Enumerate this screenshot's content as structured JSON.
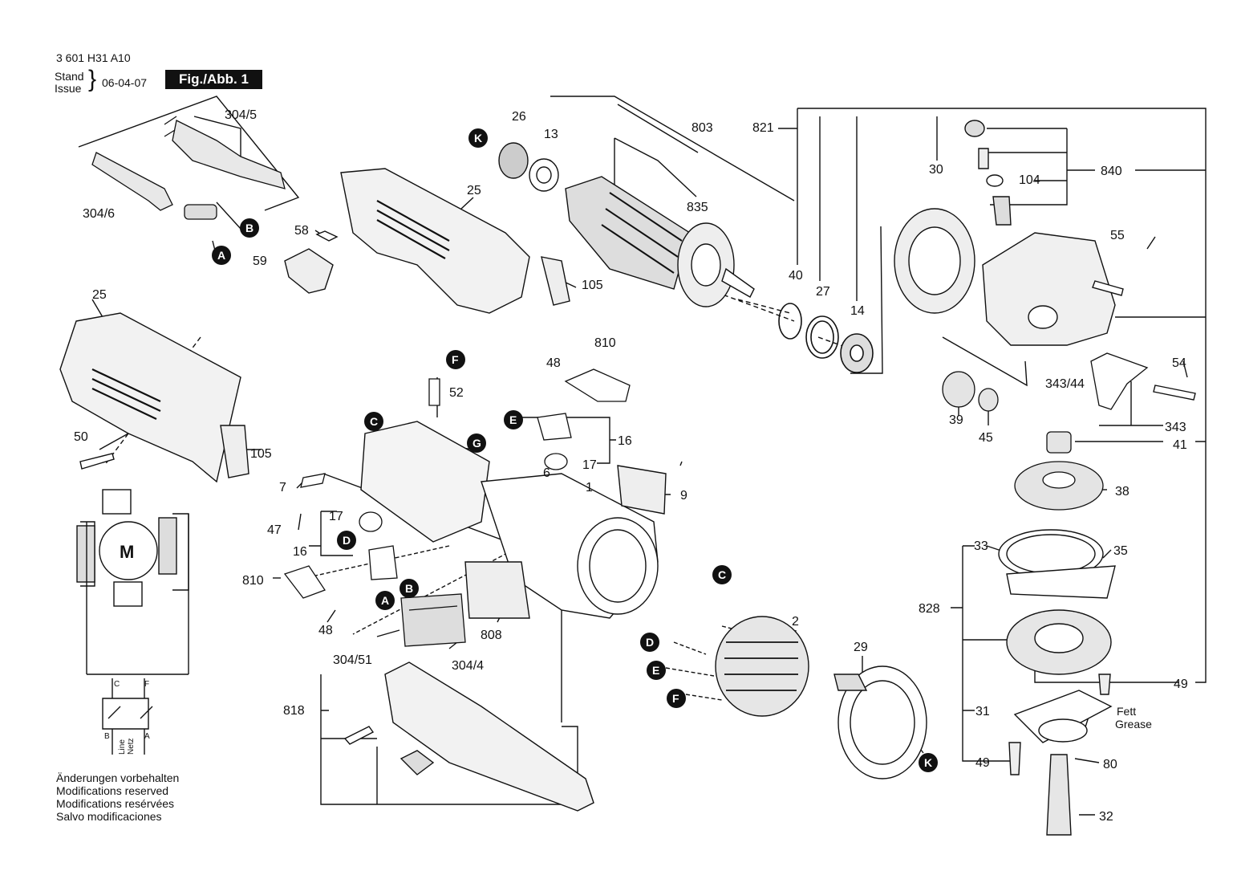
{
  "header": {
    "part_number": "3 601 H31 A10",
    "stand_label": "Stand",
    "issue_label": "Issue",
    "date": "06-04-07",
    "figure_label": "Fig./Abb. 1"
  },
  "part_labels": [
    "304/5",
    "304/6",
    "26",
    "13",
    "803",
    "821",
    "30",
    "840",
    "104",
    "25",
    "58",
    "59",
    "105",
    "835",
    "55",
    "40",
    "27",
    "14",
    "50",
    "810",
    "48",
    "52",
    "16",
    "17",
    "6",
    "7",
    "47",
    "9",
    "1",
    "343/44",
    "54",
    "39",
    "45",
    "343",
    "41",
    "38",
    "33",
    "35",
    "828",
    "810",
    "48",
    "304/51",
    "304/4",
    "808",
    "2",
    "29",
    "818",
    "31",
    "49",
    "80",
    "32",
    "49",
    "Fett",
    "Grease",
    "M"
  ],
  "wire_labels": [
    "C",
    "F",
    "B",
    "A",
    "Line",
    "Netz"
  ],
  "callouts": [
    "K",
    "B",
    "A",
    "F",
    "C",
    "E",
    "G",
    "D",
    "B",
    "A",
    "C",
    "D",
    "E",
    "F",
    "K"
  ],
  "notes": [
    "Änderungen vorbehalten",
    "Modifications reserved",
    "Modifications resérvées",
    "Salvo modificaciones"
  ],
  "colors": {
    "ink": "#111111",
    "paper": "#ffffff",
    "badge": "#111111"
  }
}
